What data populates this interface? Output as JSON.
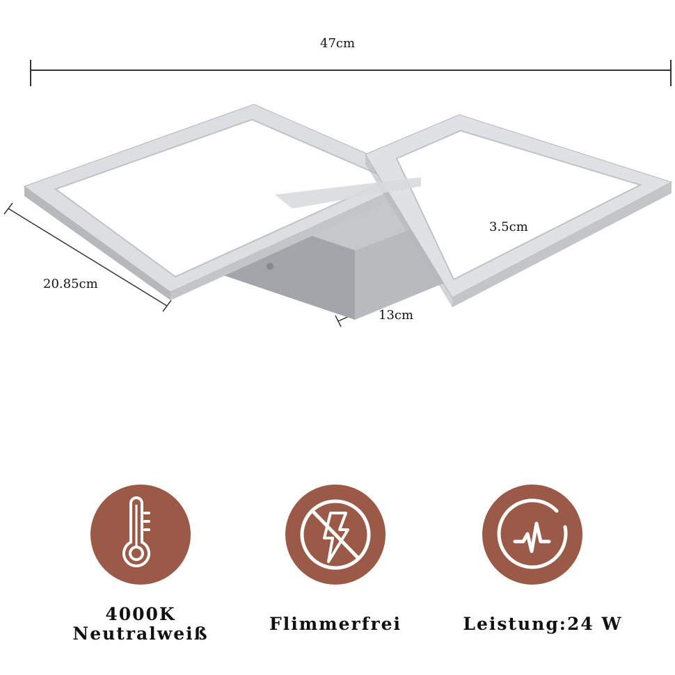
{
  "dimensions": {
    "width": "47cm",
    "depth": "20.85cm",
    "height": "3.5cm",
    "base": "13cm"
  },
  "features": [
    {
      "icon": "thermometer-icon",
      "line1": "4000K",
      "line2": "Neutralweiß"
    },
    {
      "icon": "no-flicker-icon",
      "line1": "Flimmerfrei"
    },
    {
      "icon": "power-pulse-icon",
      "line1": "Leistung:24 W"
    }
  ],
  "colors": {
    "accent": "#9b5a48",
    "frame": "#d4d6da",
    "base": "#a9abb0"
  }
}
